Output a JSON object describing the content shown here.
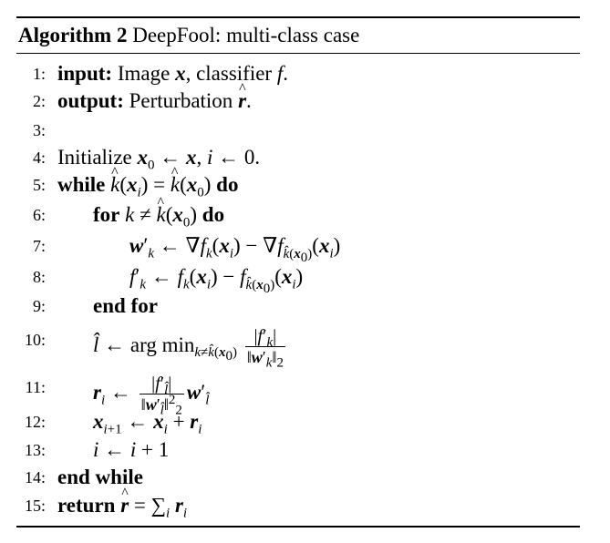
{
  "caption": {
    "label": "Algorithm 2",
    "title": "DeepFool: multi-class case"
  },
  "lines": [
    {
      "n": "1:",
      "html": "<span class=\"kw\">input:</span> Image <span class=\"bv\">x</span>, classifier <span class=\"it\">f</span>."
    },
    {
      "n": "2:",
      "html": "<span class=\"kw\">output:</span> Perturbation <span class=\"bv hat\">r</span>."
    },
    {
      "n": "3:",
      "html": ""
    },
    {
      "n": "4:",
      "html": "Initialize <span class=\"bv\">x</span><sub>0</sub> ← <span class=\"bv\">x</span>, <span class=\"it\">i</span> ← 0."
    },
    {
      "n": "5:",
      "html": "<span class=\"kw\">while</span> <span class=\"it hat\">k</span>(<span class=\"bv\">x</span><sub><i>i</i></sub>) = <span class=\"it hat\">k</span>(<span class=\"bv\">x</span><sub>0</sub>) <span class=\"kw\">do</span>"
    },
    {
      "n": "6:",
      "html": "<span class=\"kw\">for</span> <span class=\"it\">k</span> ≠ <span class=\"it hat\">k</span>(<span class=\"bv\">x</span><sub>0</sub>) <span class=\"kw\">do</span>"
    },
    {
      "n": "7:",
      "html": "<span class=\"bv\">w</span>′<sub><i>k</i></sub> ← ∇<span class=\"it\">f</span><sub><i>k</i></sub>(<span class=\"bv\">x</span><sub><i>i</i></sub>) − ∇<span class=\"it\">f</span><sub><i>k̂</i>(<b><i>x</i></b><sub>0</sub>)</sub>(<span class=\"bv\">x</span><sub><i>i</i></sub>)"
    },
    {
      "n": "8:",
      "html": "<span class=\"it\">f</span>′<sub><i>k</i></sub> ← <span class=\"it\">f</span><sub><i>k</i></sub>(<span class=\"bv\">x</span><sub><i>i</i></sub>) − <span class=\"it\">f</span><sub><i>k̂</i>(<b><i>x</i></b><sub>0</sub>)</sub>(<span class=\"bv\">x</span><sub><i>i</i></sub>)"
    },
    {
      "n": "9:",
      "html": "<span class=\"kw\">end for</span>"
    },
    {
      "n": "10:",
      "html": "<span class=\"it\">l̂</span> ← arg min<sub><i>k</i>≠<i>k̂</i>(<b><i>x</i></b><sub>0</sub>)</sub> <span class=\"frac\"><span class=\"n\">|<i>f</i>′<sub><i>k</i></sub>|</span><span class=\"d\">‖<b><i>w</i></b>′<sub><i>k</i></sub>‖<sub>2</sub></span></span>"
    },
    {
      "n": "11:",
      "html": "<span class=\"bv\">r</span><sub><i>i</i></sub> ← <span class=\"frac\"><span class=\"n\">|<i>f</i>′<sub><i>l̂</i></sub>|</span><span class=\"d\">‖<b><i>w</i></b>′<sub><i>l̂</i></sub>‖<sup>2</sup><sub>2</sub></span></span><span class=\"bv\">w</span>′<sub><i>l̂</i></sub>"
    },
    {
      "n": "12:",
      "html": "<span class=\"bv\">x</span><sub><i>i</i>+1</sub> ← <span class=\"bv\">x</span><sub><i>i</i></sub> + <span class=\"bv\">r</span><sub><i>i</i></sub>"
    },
    {
      "n": "13:",
      "html": "<span class=\"it\">i</span> ← <span class=\"it\">i</span> + 1"
    },
    {
      "n": "14:",
      "html": "<span class=\"kw\">end while</span>"
    },
    {
      "n": "15:",
      "html": "<span class=\"kw\">return</span> <span class=\"bv hat\">r</span> = ∑<sub><i>i</i></sub> <span class=\"bv\">r</span><sub><i>i</i></sub>"
    }
  ]
}
